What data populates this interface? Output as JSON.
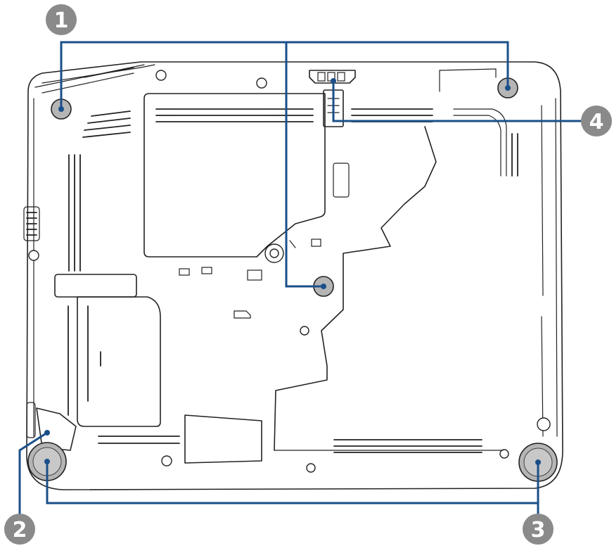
{
  "callouts": [
    {
      "id": "1",
      "label": "1"
    },
    {
      "id": "2",
      "label": "2"
    },
    {
      "id": "3",
      "label": "3"
    },
    {
      "id": "4",
      "label": "4"
    }
  ],
  "colors": {
    "callout": "#1a4f8a",
    "badge": "#8a8a8a",
    "outline": "#222222",
    "hole_fill": "#b5b5b5"
  }
}
